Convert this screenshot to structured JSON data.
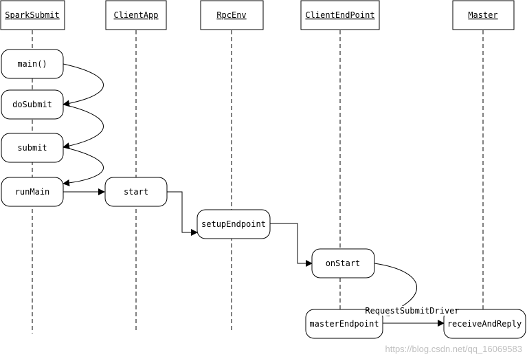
{
  "lifelines": [
    {
      "id": "sparksubmit",
      "label": "SparkSubmit"
    },
    {
      "id": "clientapp",
      "label": "ClientApp"
    },
    {
      "id": "rpcenv",
      "label": "RpcEnv"
    },
    {
      "id": "clientendpoint",
      "label": "ClientEndPoint"
    },
    {
      "id": "master",
      "label": "Master"
    }
  ],
  "activations": [
    {
      "id": "main",
      "label": "main()"
    },
    {
      "id": "dosubmit",
      "label": "doSubmit"
    },
    {
      "id": "submit",
      "label": "submit"
    },
    {
      "id": "runmain",
      "label": "runMain"
    },
    {
      "id": "start",
      "label": "start"
    },
    {
      "id": "setupendpoint",
      "label": "setupEndpoint"
    },
    {
      "id": "onstart",
      "label": "onStart"
    },
    {
      "id": "masterendpoint",
      "label": "masterEndpoint"
    },
    {
      "id": "receiveandreply",
      "label": "receiveAndReply"
    }
  ],
  "messages": {
    "request_submit_driver": "RequestSubmitDriver"
  },
  "watermark": "https://blog.csdn.net/qq_16069583"
}
